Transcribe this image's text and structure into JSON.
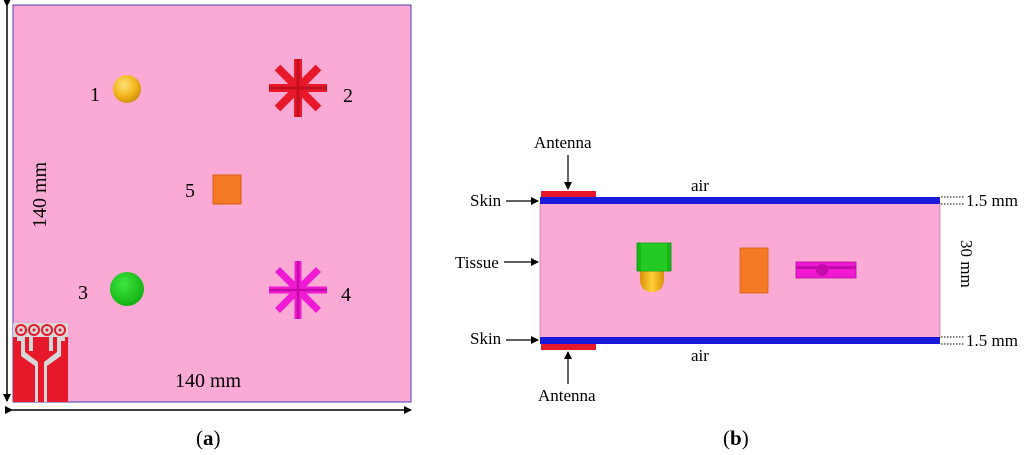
{
  "panel_a": {
    "caption_open": "(",
    "caption_letter": "a",
    "caption_close": ")",
    "height_label": "140 mm",
    "width_label": "140 mm",
    "objects": [
      {
        "number": "1",
        "shape": "sphere",
        "color": "#f2b31a"
      },
      {
        "number": "2",
        "shape": "star",
        "color": "#e8182b"
      },
      {
        "number": "3",
        "shape": "disk",
        "color": "#14c814"
      },
      {
        "number": "4",
        "shape": "star",
        "color": "#f01ad2"
      },
      {
        "number": "5",
        "shape": "square",
        "color": "#f57a26"
      }
    ],
    "background_color": "#fbaad5"
  },
  "panel_b": {
    "caption_open": "(",
    "caption_letter": "b",
    "caption_close": ")",
    "antenna_top_label": "Antenna",
    "antenna_bottom_label": "Antenna",
    "skin_top_label": "Skin",
    "skin_bottom_label": "Skin",
    "tissue_label": "Tissue",
    "air_top_label": "air",
    "air_bottom_label": "air",
    "skin_top_thickness": "1.5 mm",
    "skin_bottom_thickness": "1.5 mm",
    "tissue_thickness": "30 mm",
    "skin_color": "#1a1adb",
    "antenna_color": "#e8182b",
    "tissue_color": "#fbaad5"
  }
}
